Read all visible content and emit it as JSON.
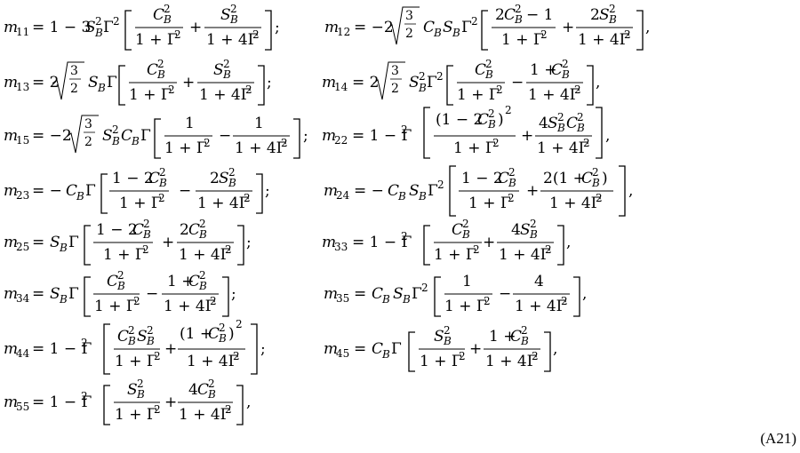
{
  "equation_number": "(A21)",
  "equations": [
    {
      "id": "m11",
      "lhs": "m11",
      "rhs": "1 − 3S_B²Γ² [ C_B²/(1 + Γ²) + S_B²/(1 + 4Γ²) ];"
    },
    {
      "id": "m12",
      "lhs": "m12",
      "rhs": "−2√(3/2) C_B S_B Γ² [ (2C_B² − 1)/(1 + Γ²) + 2S_B²/(1 + 4Γ²) ],"
    },
    {
      "id": "m13",
      "lhs": "m13",
      "rhs": "2√(3/2) S_B Γ [ C_B²/(1 + Γ²) + S_B²/(1 + 4Γ²) ];"
    },
    {
      "id": "m14",
      "lhs": "m14",
      "rhs": "2√(3/2) S_B² Γ² [ C_B²/(1 + Γ²) − (1 + C_B²)/(1 + 4Γ²) ],"
    },
    {
      "id": "m15",
      "lhs": "m15",
      "rhs": "−2√(3/2) S_B² C_B Γ [ 1/(1 + Γ²) − 1/(1 + 4Γ²) ];"
    },
    {
      "id": "m22",
      "lhs": "m22",
      "rhs": "1 − Γ² [ (1 − 2C_B²)²/(1 + Γ²) + 4S_B²C_B²/(1 + 4Γ²) ],"
    },
    {
      "id": "m23",
      "lhs": "m23",
      "rhs": "−C_B Γ [ (1 − 2C_B²)/(1 + Γ²) − 2S_B²/(1 + 4Γ²) ];"
    },
    {
      "id": "m24",
      "lhs": "m24",
      "rhs": "−C_B S_B Γ² [ (1 − 2C_B²)/(1 + Γ²) + 2(1 + C_B²)/(1 + 4Γ²) ],"
    },
    {
      "id": "m25",
      "lhs": "m25",
      "rhs": "S_B Γ [ (1 − 2C_B²)/(1 + Γ²) + 2C_B²/(1 + 4Γ²) ];"
    },
    {
      "id": "m33",
      "lhs": "m33",
      "rhs": "1 − Γ² [ C_B²/(1 + Γ²) + 4S_B²/(1 + 4Γ²) ],"
    },
    {
      "id": "m34",
      "lhs": "m34",
      "rhs": "S_B Γ [ C_B²/(1 + Γ²) − (1 + C_B²)/(1 + 4Γ²) ];"
    },
    {
      "id": "m35",
      "lhs": "m35",
      "rhs": "C_B S_B Γ² [ 1/(1 + Γ²) − 4/(1 + 4Γ²) ],"
    },
    {
      "id": "m44",
      "lhs": "m44",
      "rhs": "1 − Γ² [ C_B²S_B²/(1 + Γ²) + (1 + C_B²)²/(1 + 4Γ²) ];"
    },
    {
      "id": "m45",
      "lhs": "m45",
      "rhs": "C_B Γ [ S_B²/(1 + Γ²) + (1 + C_B²)/(1 + 4Γ²) ],"
    },
    {
      "id": "m55",
      "lhs": "m55",
      "rhs": "1 − Γ² [ S_B²/(1 + Γ²) + 4C_B²/(1 + 4Γ²) ],"
    }
  ]
}
